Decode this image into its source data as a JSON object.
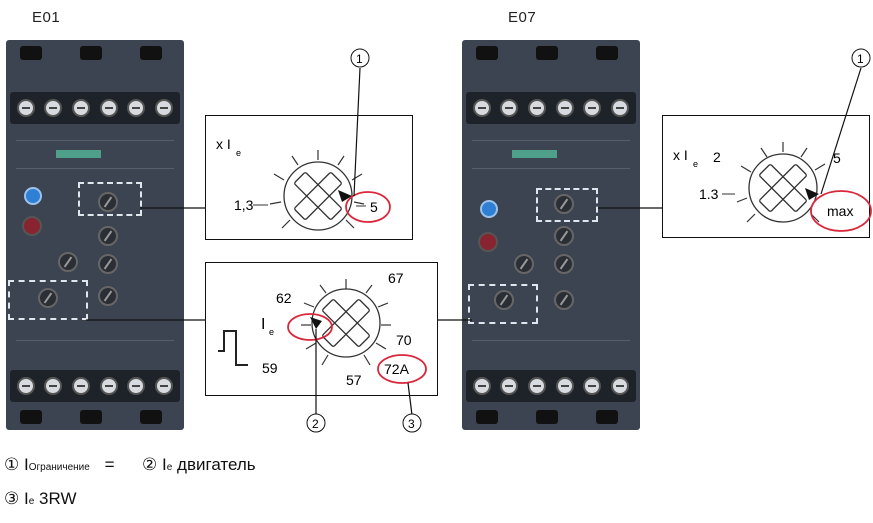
{
  "devices": {
    "left_label": "E01",
    "right_label": "E07"
  },
  "callout_top_left": {
    "unit": "x I",
    "unit_sub": "e",
    "min_value": "1,3",
    "max_value": "5",
    "marker_number": "1"
  },
  "callout_top_right": {
    "unit": "x I",
    "unit_sub": "e",
    "min_value": "1.3",
    "mid_value": "2",
    "value_5": "5",
    "max_value": "max",
    "marker_number": "1"
  },
  "callout_bottom": {
    "unit": "I",
    "unit_sub": "e",
    "scale_values": [
      "62",
      "67",
      "70",
      "59",
      "57"
    ],
    "max_value": "72A",
    "marker_left": "2",
    "marker_right": "3"
  },
  "legend": {
    "line1": {
      "n1": "①",
      "i1": "I",
      "sub1": "Ограничение",
      "eq": "=",
      "n2": "②",
      "i2": "I",
      "sub2": "e",
      "text2": "двигатель"
    },
    "line2": {
      "n3": "③",
      "i3": "I",
      "sub3": "e",
      "text3": "3RW"
    }
  },
  "colors": {
    "device_body": "#3b4450",
    "highlight_red": "#d9283b",
    "pointer": "#111111"
  }
}
